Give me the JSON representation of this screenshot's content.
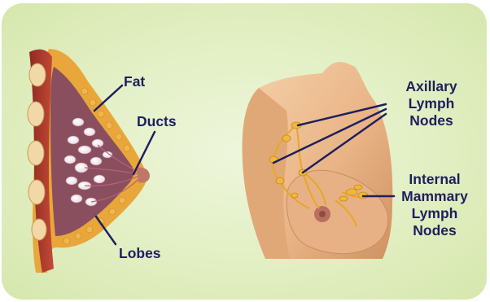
{
  "labels": {
    "fat": "Fat",
    "ducts": "Ducts",
    "lobes": "Lobes",
    "axillary": [
      "Axillary",
      "Lymph",
      "Nodes"
    ],
    "internal": [
      "Internal",
      "Mammary",
      "Lymph",
      "Nodes"
    ]
  },
  "colors": {
    "panel_background": "#dfeec0",
    "leader_line": "#1e1f5e",
    "label_text": "#1e1f5e",
    "skin": "#ebb98a",
    "fat_tissue": "#e9a63a",
    "muscle": "#b73a2e",
    "lymph": "#e6a72a"
  }
}
